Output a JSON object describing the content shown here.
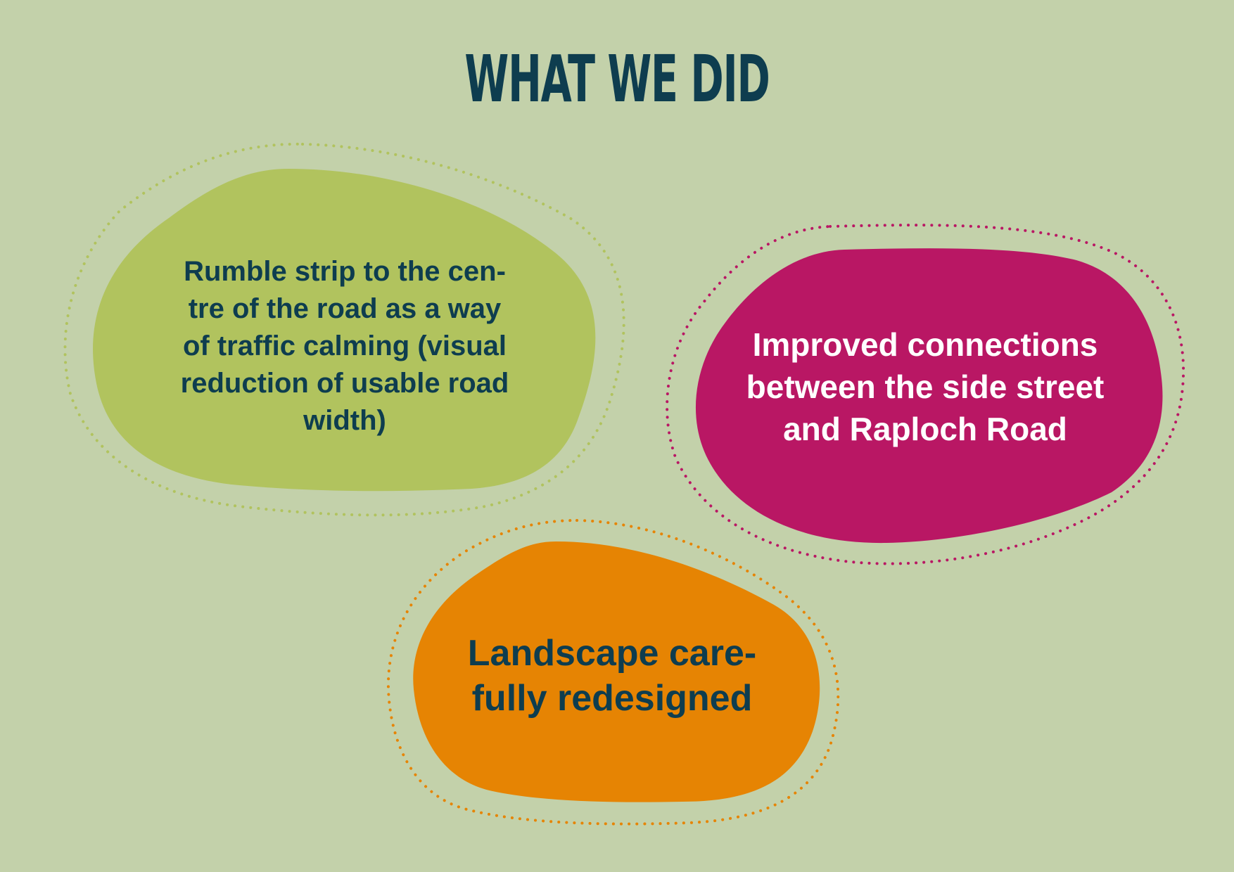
{
  "title": "WHAT WE DID",
  "colors": {
    "background": "#c3d1aa",
    "title": "#0e3d4f",
    "dark_text": "#0e3d4f",
    "light_text": "#ffffff",
    "green_blob": "#b1c35e",
    "green_outline": "#b1c35e",
    "magenta_blob": "#b91764",
    "magenta_outline": "#b91764",
    "orange_blob": "#e68403",
    "orange_outline": "#e68403"
  },
  "items": [
    {
      "id": "green",
      "text": "Rumble strip to the cen-\ntre of the road as a way\nof traffic calming (visual\nreduction of usable road\nwidth)"
    },
    {
      "id": "magenta",
      "text": "Improved connections\nbetween the side street\nand Raploch Road"
    },
    {
      "id": "orange",
      "text": "Landscape care-\nfully redesigned"
    }
  ]
}
